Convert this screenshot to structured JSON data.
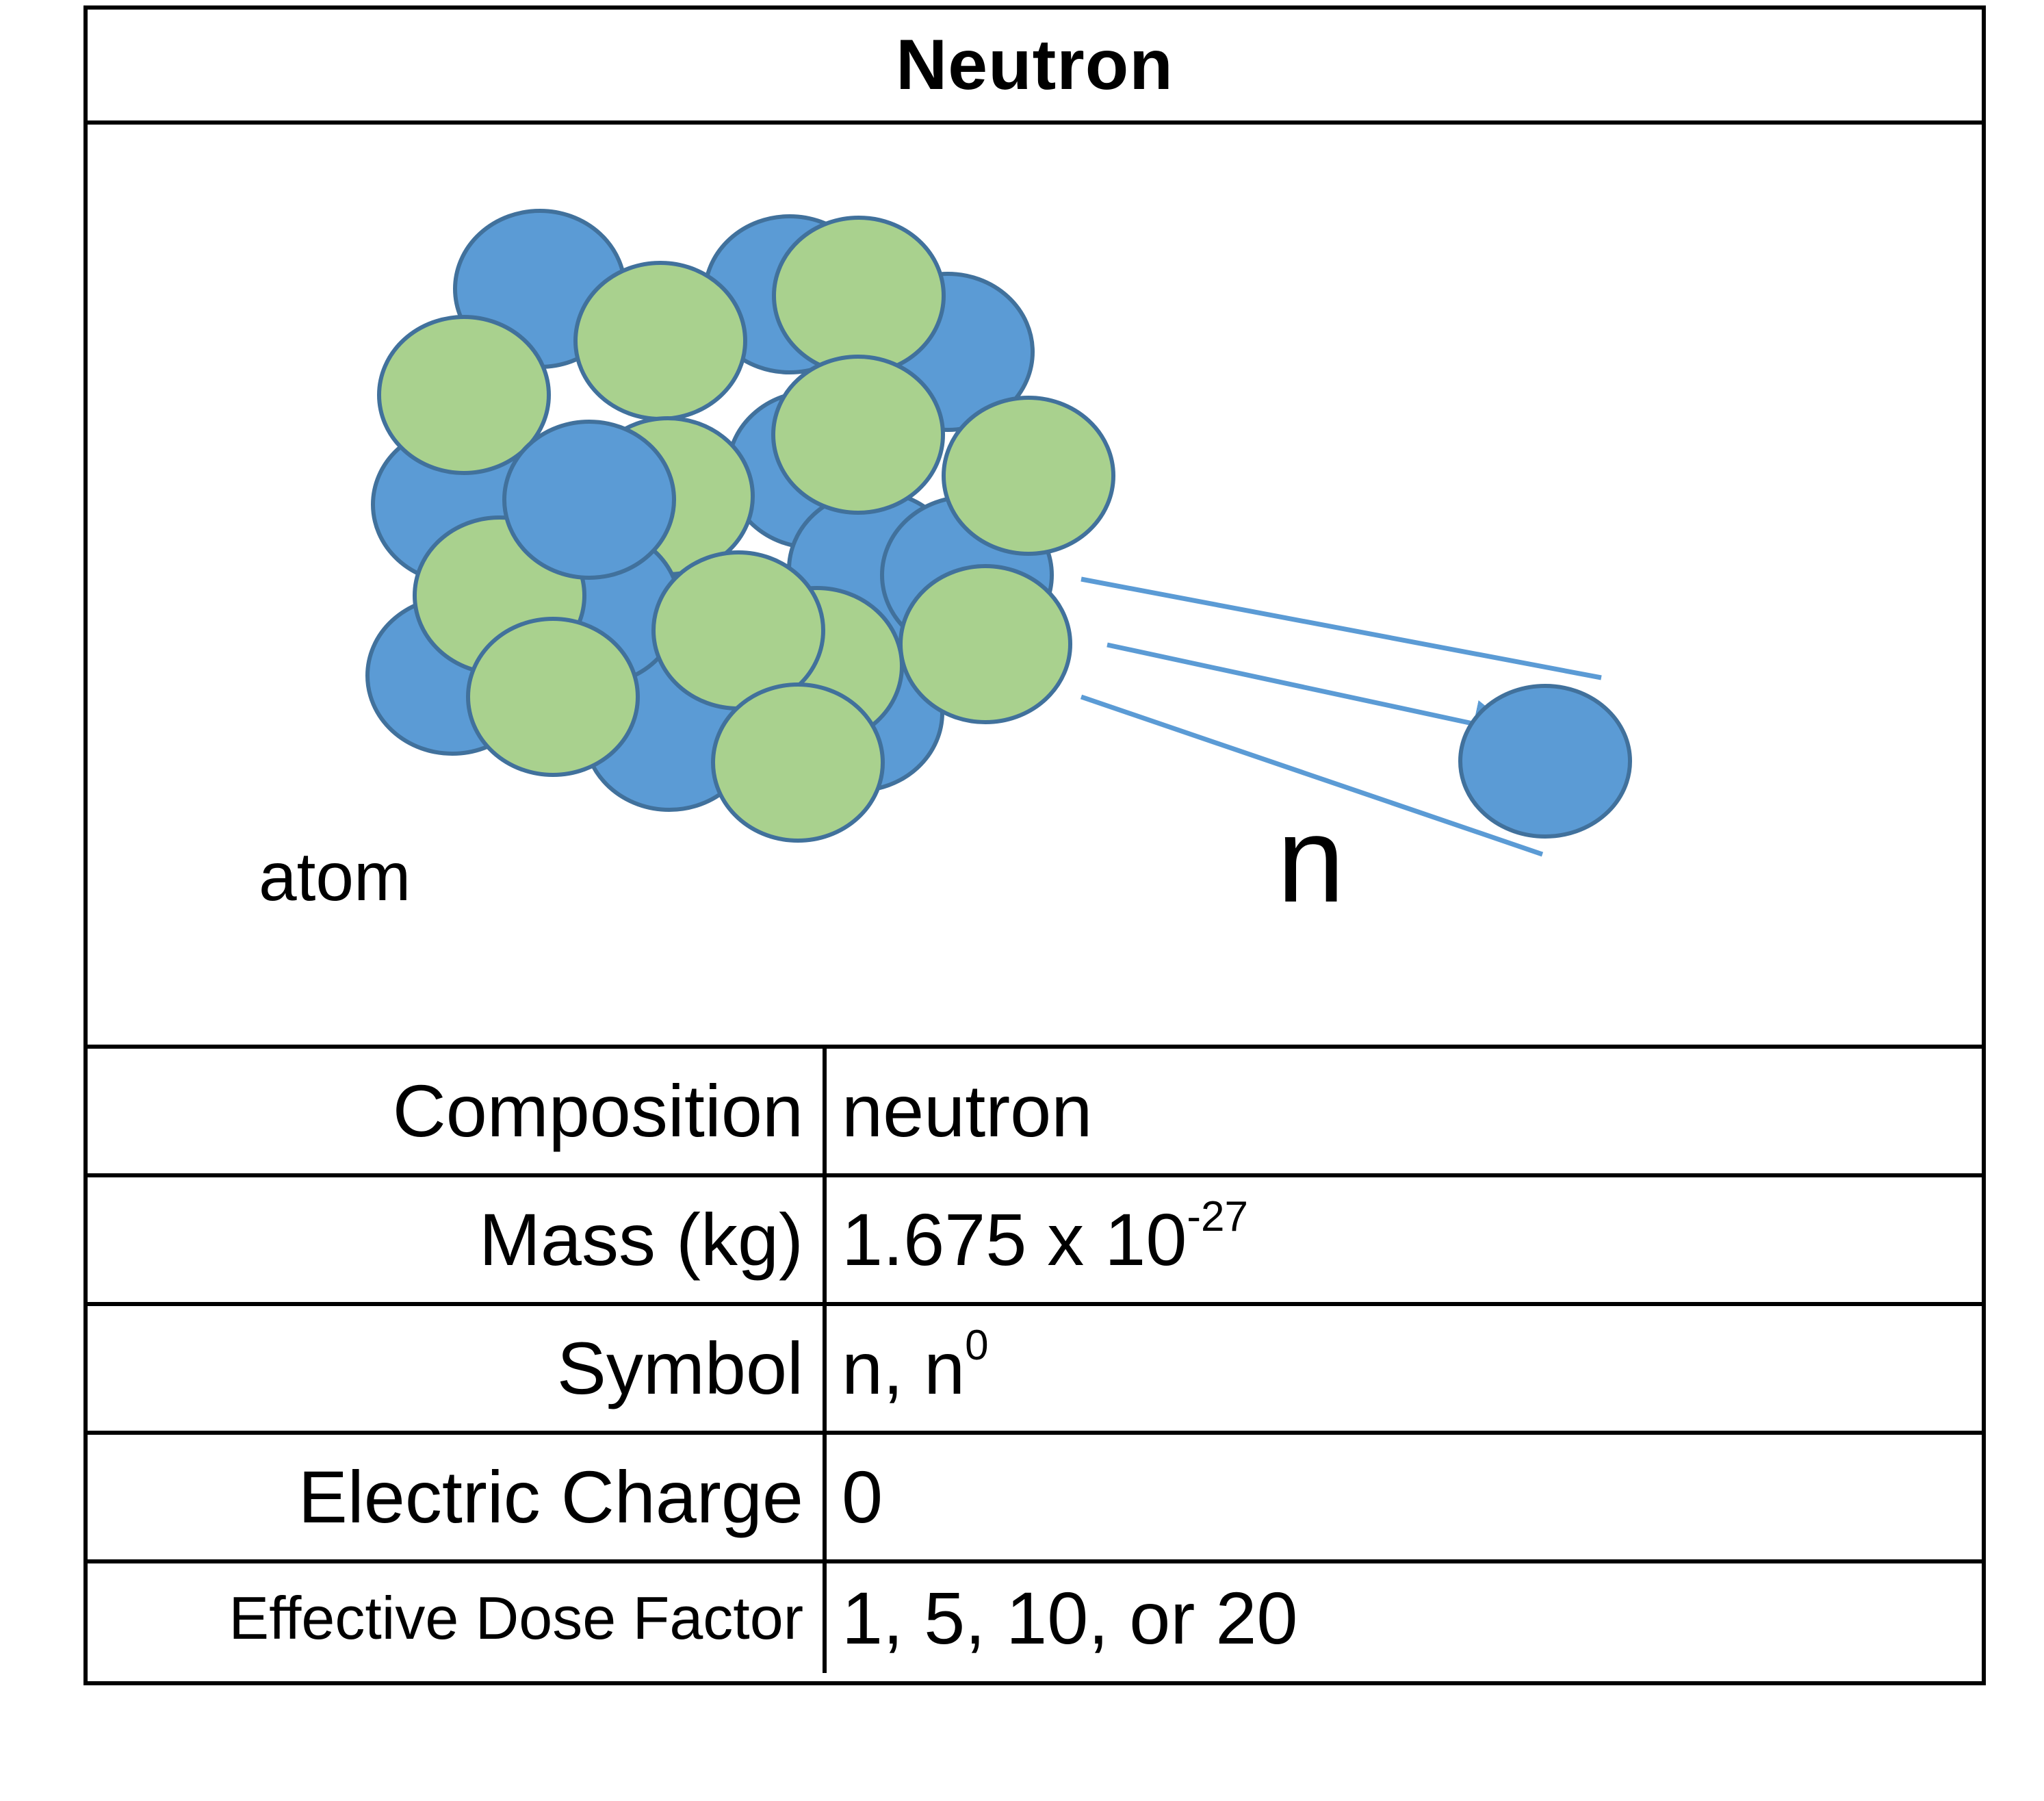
{
  "title": "Neutron",
  "figure": {
    "atom_label": "atom",
    "particle_label": "n",
    "colors": {
      "neutron_blue": "#5b9bd5",
      "proton_green": "#a9d18e",
      "outline": "#41719c",
      "trail": "#5b9bd5"
    }
  },
  "properties": [
    {
      "label": "Composition",
      "value": "neutron",
      "sup": ""
    },
    {
      "label": "Mass (kg)",
      "value": "1.675 x 10",
      "sup": "-27"
    },
    {
      "label": "Symbol",
      "value": "n, n",
      "sup": "0"
    },
    {
      "label": "Electric Charge",
      "value": "0",
      "sup": ""
    },
    {
      "label": "Effective Dose Factor",
      "value": "1, 5, 10, or 20",
      "sup": ""
    }
  ]
}
